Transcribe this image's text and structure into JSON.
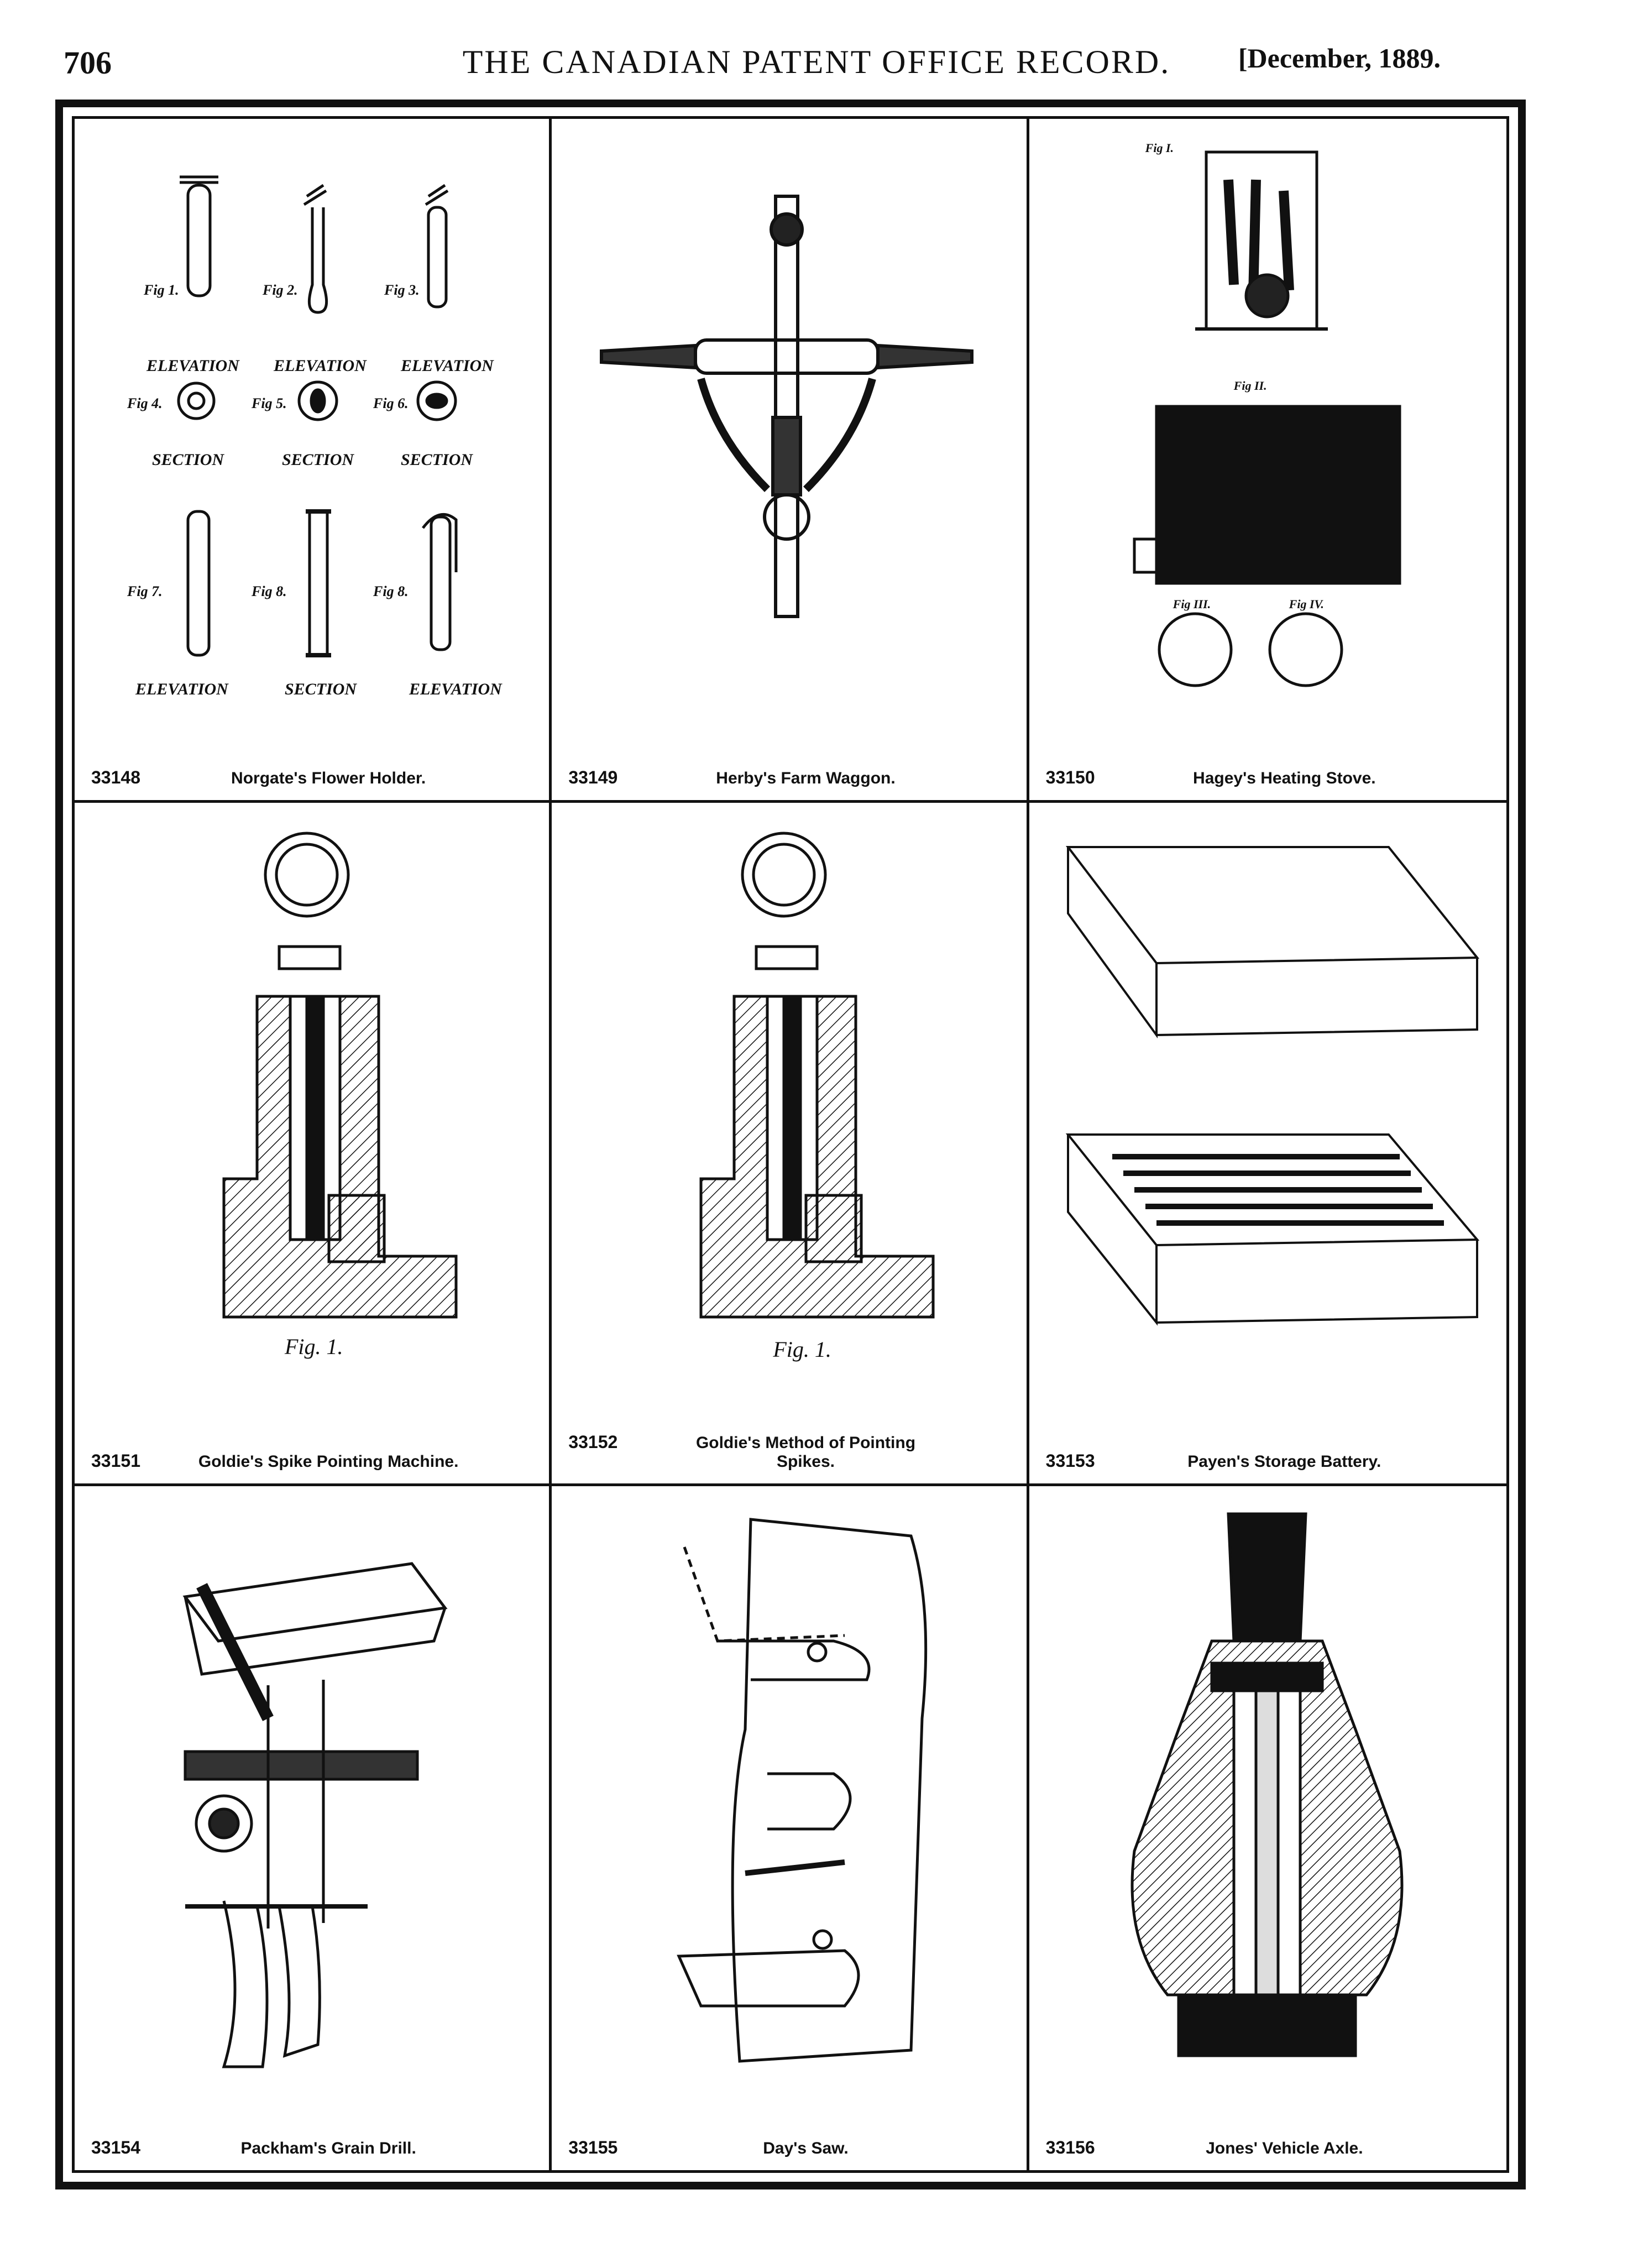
{
  "header": {
    "page_number": "706",
    "journal_title": "THE CANADIAN PATENT OFFICE RECORD.",
    "issue_date": "[December, 1889."
  },
  "patents": [
    {
      "number": "33148",
      "title": "Norgate's Flower Holder."
    },
    {
      "number": "33149",
      "title": "Herby's Farm Waggon."
    },
    {
      "number": "33150",
      "title": "Hagey's Heating Stove."
    },
    {
      "number": "33151",
      "title": "Goldie's Spike Pointing Machine."
    },
    {
      "number": "33152",
      "title": "Goldie's Method of Pointing Spikes."
    },
    {
      "number": "33153",
      "title": "Payen's Storage Battery."
    },
    {
      "number": "33154",
      "title": "Packham's Grain Drill."
    },
    {
      "number": "33155",
      "title": "Day's Saw."
    },
    {
      "number": "33156",
      "title": "Jones' Vehicle Axle."
    }
  ],
  "figure_labels": {
    "flower_holder": {
      "fig1": "Fig 1.",
      "fig2": "Fig 2.",
      "fig3": "Fig 3.",
      "fig4": "Fig 4.",
      "fig5": "Fig 5.",
      "fig6": "Fig 6.",
      "fig7": "Fig 7.",
      "fig8": "Fig 8.",
      "fig9": "Fig 8.",
      "elevation": "ELEVATION",
      "section": "SECTION"
    },
    "stove": {
      "fig1": "Fig I.",
      "fig2": "Fig II.",
      "fig3": "Fig III.",
      "fig4": "Fig IV."
    },
    "spike": {
      "fig": "Fig. 1."
    }
  }
}
